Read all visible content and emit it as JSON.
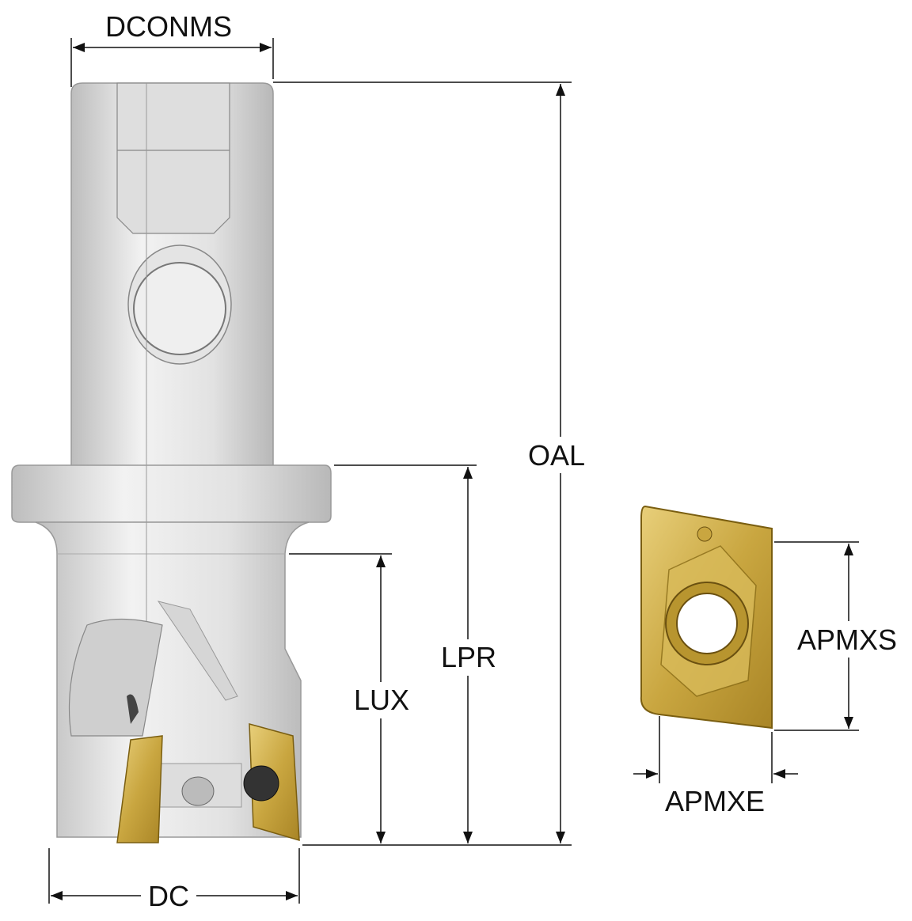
{
  "labels": {
    "dconms": "DCONMS",
    "oal": "OAL",
    "lpr": "LPR",
    "lux": "LUX",
    "dc": "DC",
    "apmxs": "APMXS",
    "apmxe": "APMXE"
  },
  "colors": {
    "tool_body": "#d9d9d9",
    "insert_gold": "#c9a640",
    "dimension_line": "#111111"
  }
}
